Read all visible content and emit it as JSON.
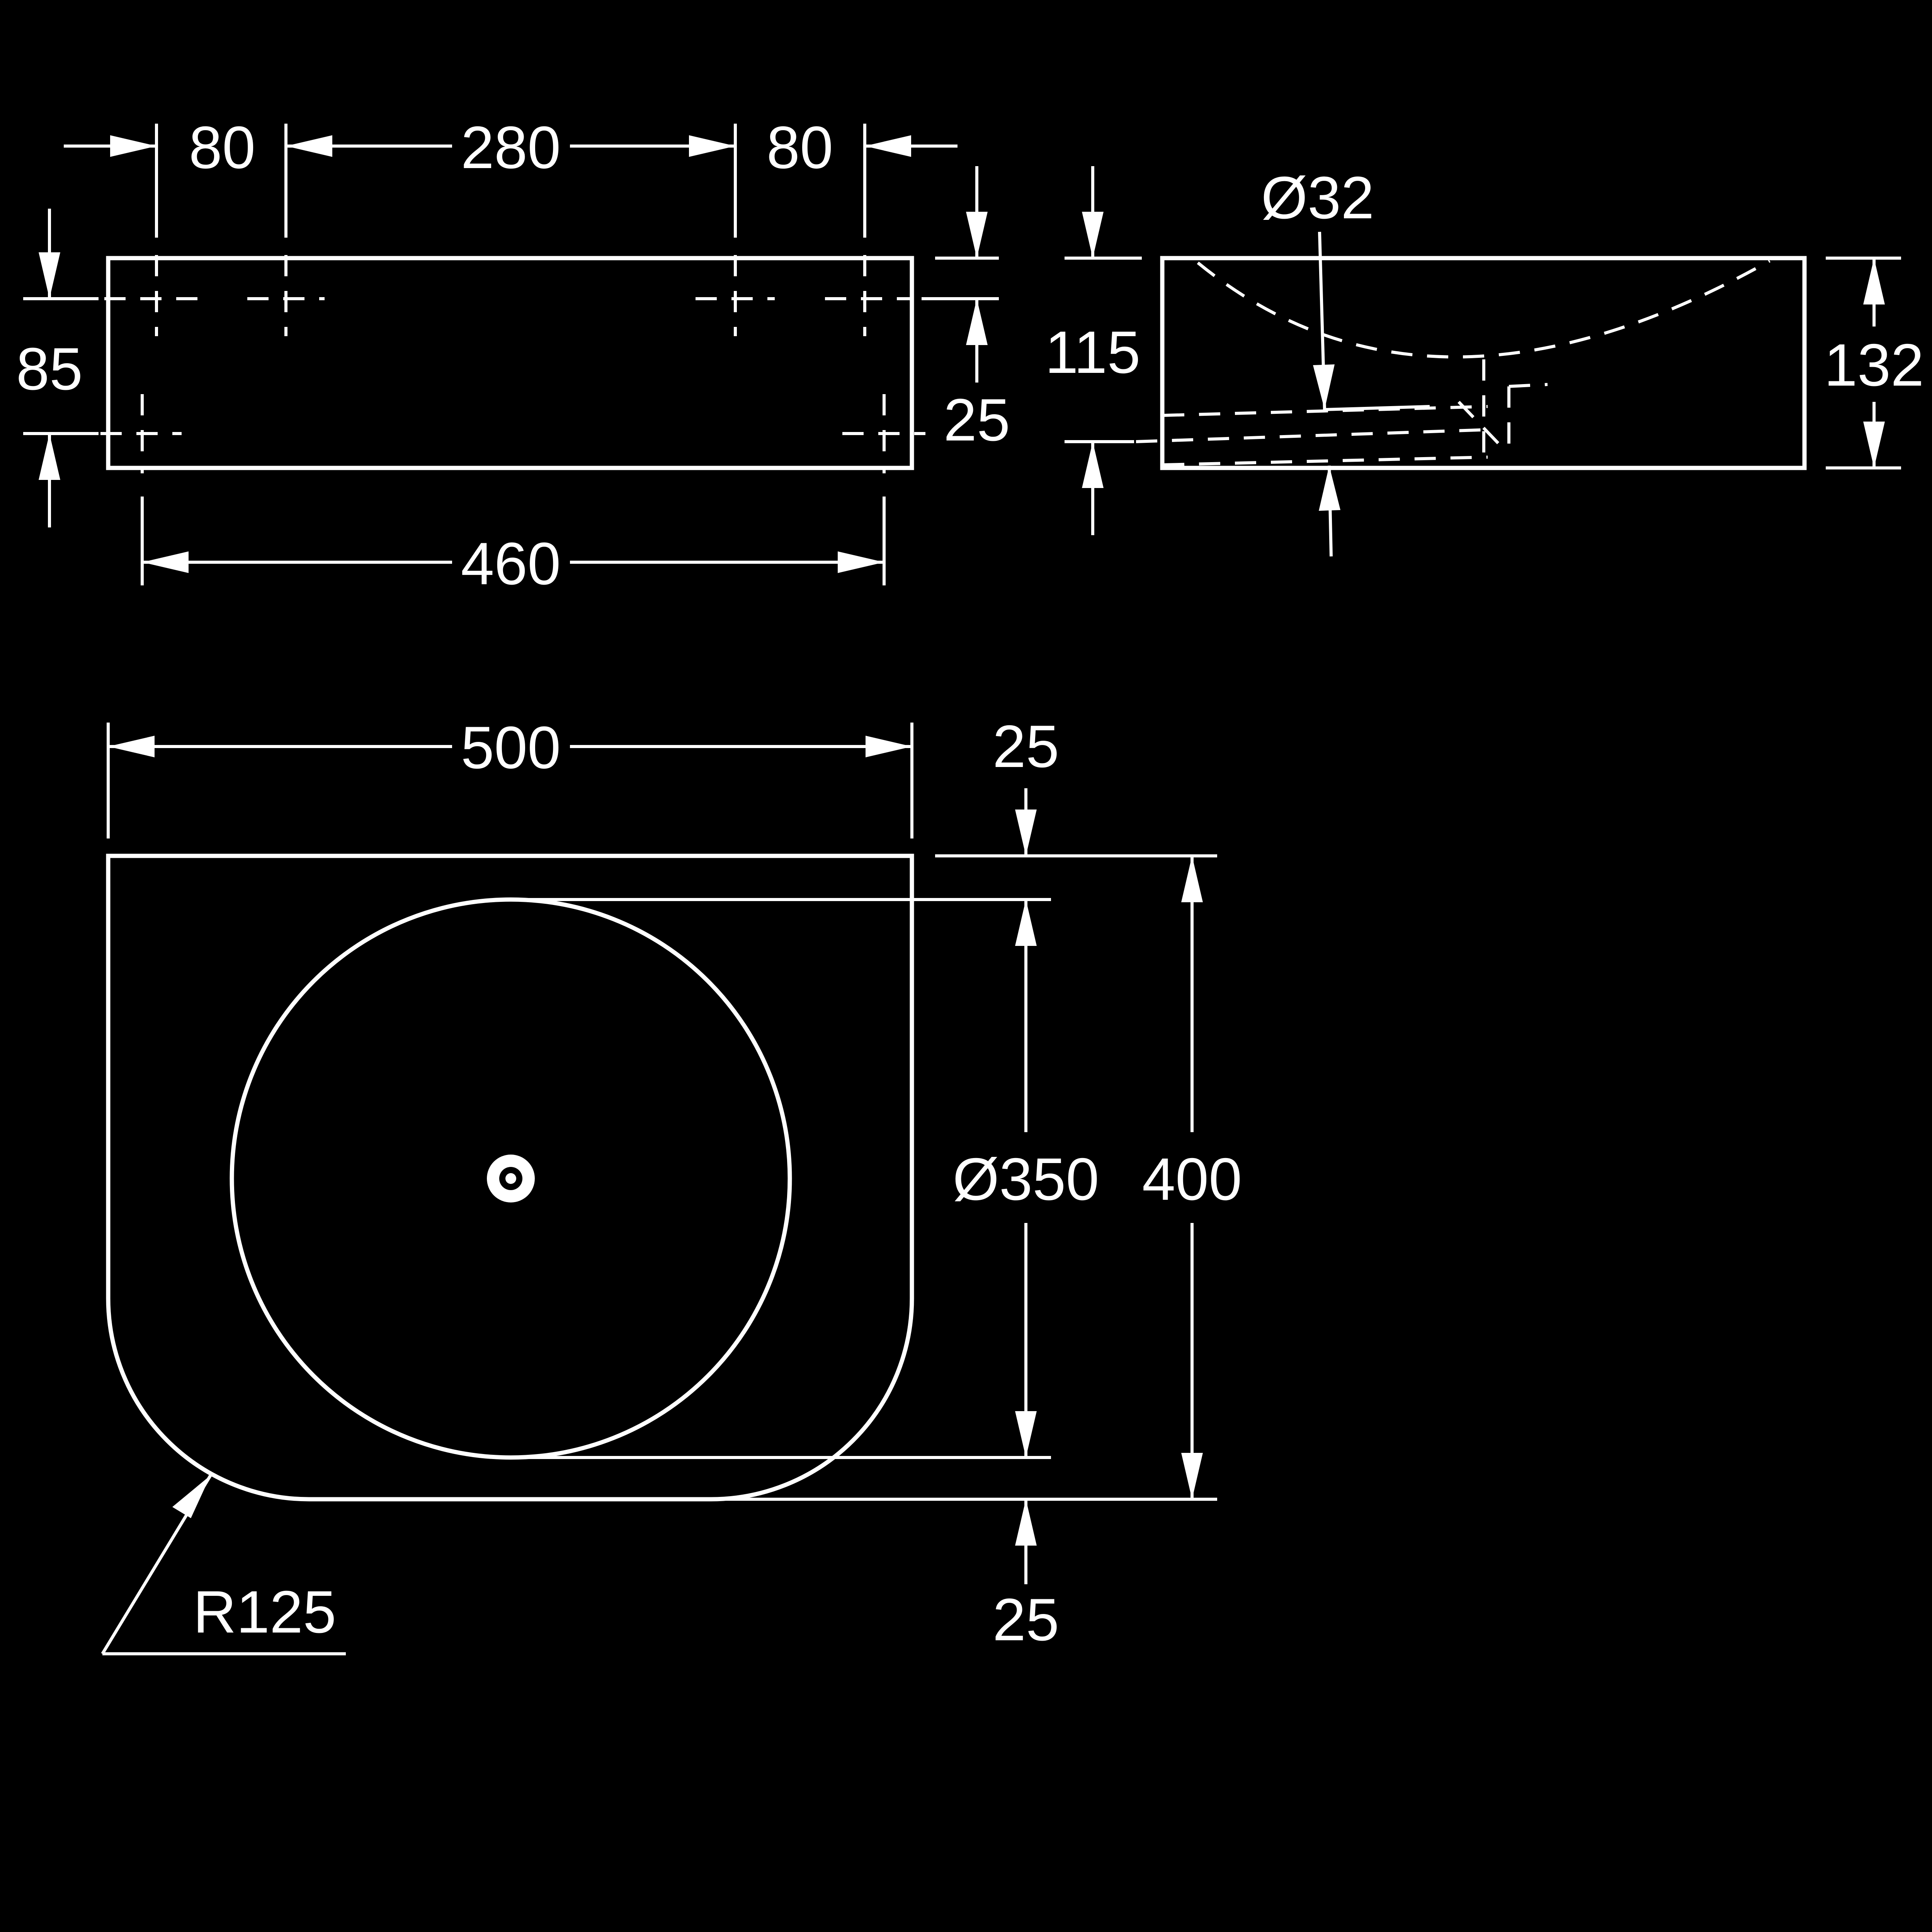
{
  "colors": {
    "background": "#000000",
    "lines": "#ffffff"
  },
  "top_view": {
    "dim_left_80": "80",
    "dim_280": "280",
    "dim_right_80": "80",
    "dim_85": "85",
    "dim_25": "25",
    "dim_460": "460"
  },
  "side_view": {
    "dim_drain": "Ø32",
    "dim_115": "115",
    "dim_132": "132"
  },
  "plan_view": {
    "dim_500": "500",
    "dim_top_25": "25",
    "dim_bowl": "Ø350",
    "dim_400": "400",
    "dim_bottom_25": "25",
    "dim_radius": "R125"
  }
}
